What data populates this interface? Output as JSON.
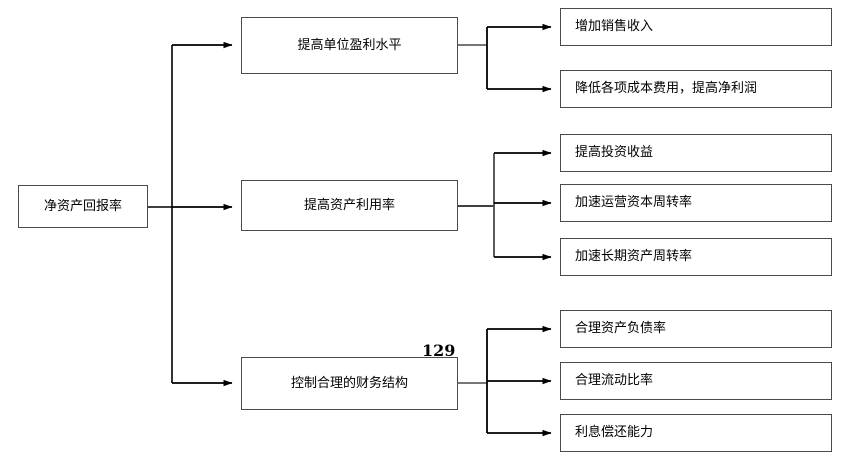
{
  "diagram": {
    "type": "tree-flowchart",
    "orientation": "left-to-right",
    "page_number": "129",
    "root": {
      "label": "净资产回报率"
    },
    "branches": [
      {
        "label": "提高单位盈利水平",
        "children": [
          {
            "label": "增加销售收入"
          },
          {
            "label": "降低各项成本费用，提高净利润"
          }
        ]
      },
      {
        "label": "提高资产利用率",
        "children": [
          {
            "label": "提高投资收益"
          },
          {
            "label": "加速运营资本周转率"
          },
          {
            "label": "加速长期资产周转率"
          }
        ]
      },
      {
        "label": "控制合理的财务结构",
        "children": [
          {
            "label": "合理资产负债率"
          },
          {
            "label": "合理流动比率"
          },
          {
            "label": "利息偿还能力"
          }
        ]
      }
    ],
    "colors": {
      "background": "#ffffff",
      "box_border": "#4a4a4a",
      "connector": "#000000",
      "text": "#000000"
    }
  }
}
